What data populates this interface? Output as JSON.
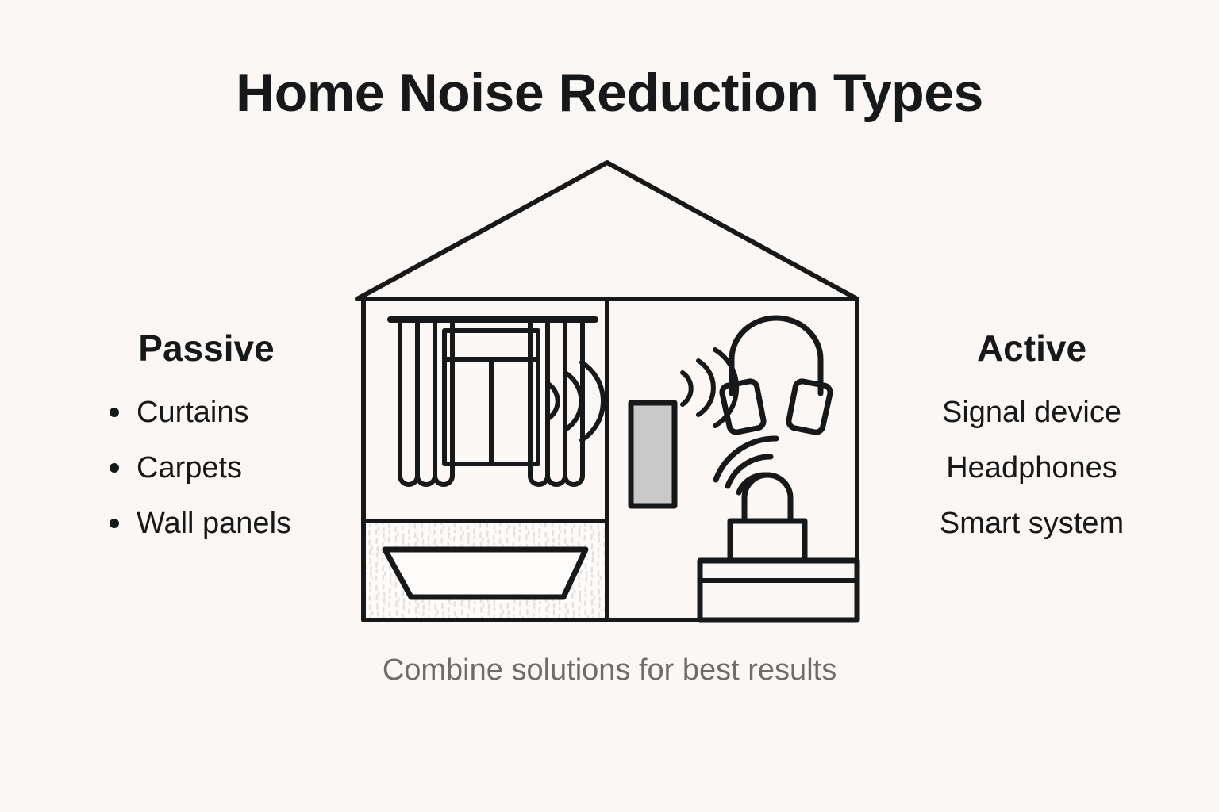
{
  "page": {
    "title": "Home Noise Reduction Types",
    "caption": "Combine solutions for best results",
    "background_color": "#faf7f4",
    "ink_color": "#16181a",
    "caption_color": "#6d6d6d",
    "panel_fill_color": "#c9c9c9",
    "floor_texture_color": "#e6e4e2"
  },
  "left_column": {
    "heading": "Passive",
    "items": [
      {
        "label": "Curtains"
      },
      {
        "label": "Carpets"
      },
      {
        "label": "Wall panels"
      }
    ]
  },
  "right_column": {
    "heading": "Active",
    "items": [
      {
        "label": "Signal device"
      },
      {
        "label": "Headphones"
      },
      {
        "label": "Smart system"
      }
    ]
  },
  "illustration": {
    "name": "house-cutaway-diagram",
    "parts": [
      {
        "name": "roof",
        "icon": "roof-triangle"
      },
      {
        "name": "left-room-window",
        "icon": "window-icon"
      },
      {
        "name": "curtains",
        "icon": "curtains-icon"
      },
      {
        "name": "sound-waves-window",
        "icon": "sound-wave-icon"
      },
      {
        "name": "carpet",
        "icon": "carpet-icon"
      },
      {
        "name": "floor-texture",
        "icon": "texture-swatch"
      },
      {
        "name": "wall-panel",
        "icon": "wall-panel-icon"
      },
      {
        "name": "sound-waves-panel",
        "icon": "sound-wave-icon"
      },
      {
        "name": "headphones",
        "icon": "headphones-icon"
      },
      {
        "name": "smart-speaker",
        "icon": "smart-speaker-icon"
      },
      {
        "name": "signal-waves-speaker",
        "icon": "signal-wave-icon"
      },
      {
        "name": "cabinet",
        "icon": "cabinet-icon"
      }
    ]
  }
}
